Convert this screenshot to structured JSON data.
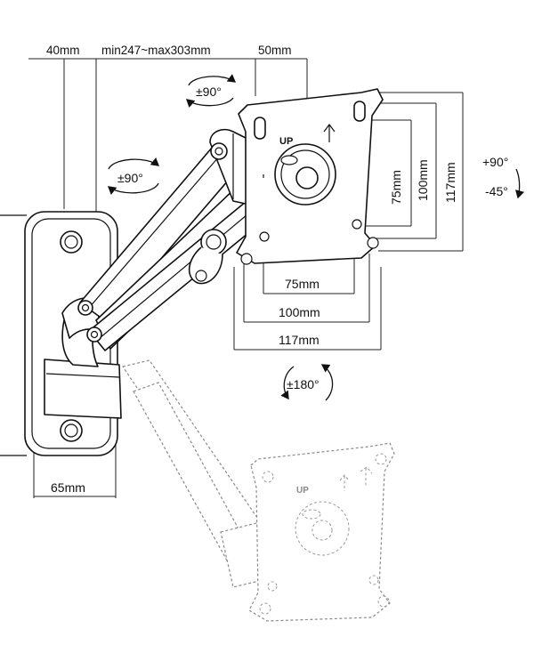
{
  "labels": {
    "top_left": "40mm",
    "top_range": "min247~max303mm",
    "top_right": "50mm",
    "rot_tilt": "±90°",
    "rot_swivel": "±90°",
    "rot_tilt_side_up": "+90°",
    "rot_tilt_side_down": "-45°",
    "rot_rotate": "±180°",
    "v_75": "75mm",
    "v_100": "100mm",
    "v_117": "117mm",
    "h_75": "75mm",
    "h_100": "100mm",
    "h_117": "117mm",
    "bottom_base": "65mm",
    "plate_up": "UP",
    "ghost_up": "UP"
  }
}
